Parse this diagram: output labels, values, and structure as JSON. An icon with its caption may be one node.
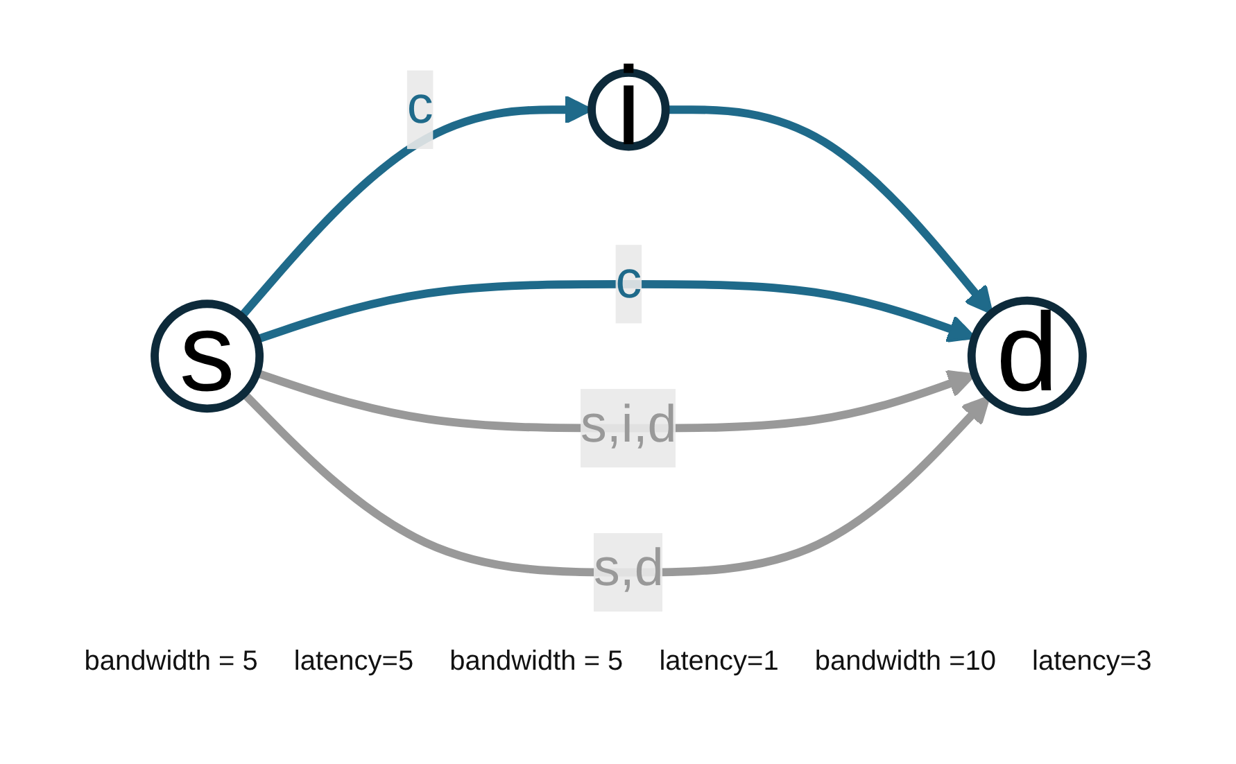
{
  "diagram": {
    "nodes": [
      {
        "text": [
          "s"
        ]
      },
      {
        "text": [
          "i"
        ]
      },
      {
        "text": [
          "d"
        ]
      }
    ],
    "edges": [
      {
        "from": 0,
        "to": 1,
        "arrow": "to",
        "label": "c"
      },
      {
        "from": 1,
        "to": 2,
        "arrow": "to"
      },
      {
        "from": 0,
        "to": 2,
        "arrow": "to",
        "label": "c"
      },
      {
        "from": 0,
        "to": 2,
        "arrow": "to",
        "label": "s,i,d",
        "color": "#999999"
      },
      {
        "from": 0,
        "to": 2,
        "arrow": "to",
        "label": "s,d",
        "color": "#999999"
      }
    ],
    "labels": [
      "bandwidth = 5",
      "latency=5",
      "bandwidth = 5",
      "latency=1",
      "bandwidth =10",
      "latency=3"
    ]
  }
}
